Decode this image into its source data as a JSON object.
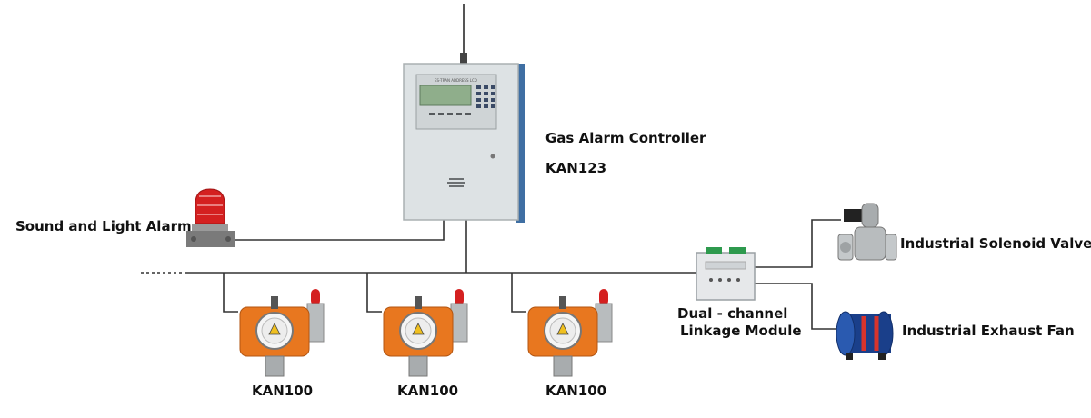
{
  "controller": {
    "title_line1": "Gas Alarm Controller",
    "title_line2": "KAN123",
    "panel_caption": "ES-TRAN  ADDRESS LCD"
  },
  "sound_light_alarm": {
    "label": "Sound and Light Alarm"
  },
  "detectors": [
    {
      "label": "KAN100"
    },
    {
      "label": "KAN100"
    },
    {
      "label": "KAN100"
    }
  ],
  "linkage_module": {
    "label_line1": "Dual - channel",
    "label_line2": "Linkage Module"
  },
  "solenoid_valve": {
    "label": "Industrial Solenoid Valve"
  },
  "exhaust_fan": {
    "label": "Industrial Exhaust Fan"
  },
  "colors": {
    "detector_orange": "#e8771f",
    "beacon_red": "#d42020",
    "fan_blue": "#1a3f8a",
    "fan_red": "#d8342c",
    "cabinet_grey": "#dde2e4",
    "lcd_green": "#8fae8b",
    "wire": "#333333"
  }
}
